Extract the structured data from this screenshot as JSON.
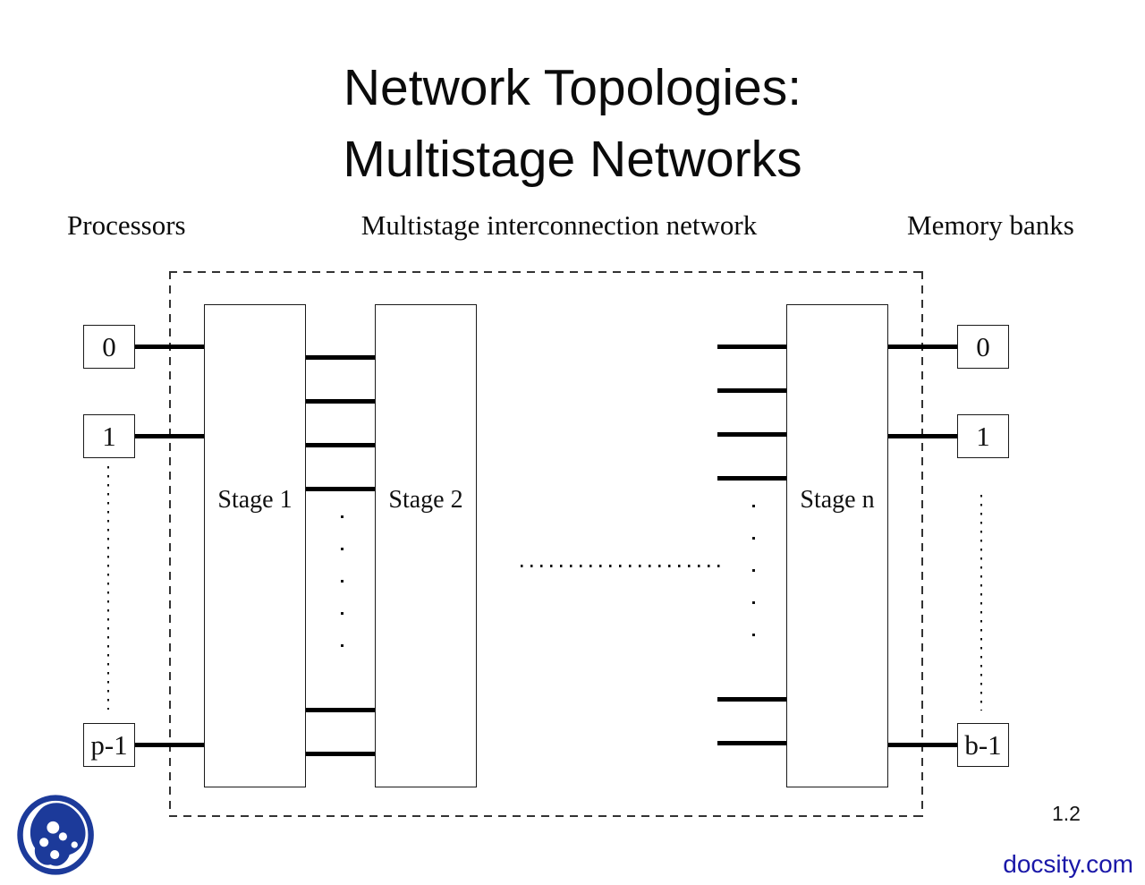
{
  "title": {
    "line1": "Network Topologies:",
    "line2": "Multistage Networks"
  },
  "column_headers": {
    "processors": "Processors",
    "network": "Multistage interconnection network",
    "memory": "Memory banks"
  },
  "processor_boxes": [
    "0",
    "1",
    "p-1"
  ],
  "memory_boxes": [
    "0",
    "1",
    "b-1"
  ],
  "stage_boxes": [
    "Stage 1",
    "Stage 2",
    "Stage n"
  ],
  "footer": {
    "page_number": "1.2",
    "link": "docsity.com"
  },
  "icons": {
    "logo": "docsity-logo"
  },
  "colors": {
    "link_blue": "#1a18a8",
    "logo_blue": "#1c3a9a",
    "line_black": "#000000"
  }
}
